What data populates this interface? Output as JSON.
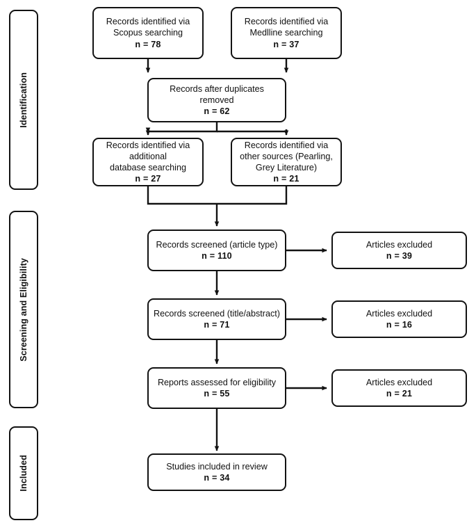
{
  "diagram": {
    "type": "prisma-flow-diagram",
    "colors": {
      "stroke": "#121212",
      "fill": "#ffffff",
      "text": "#101010"
    },
    "stages": [
      {
        "id": "identification",
        "label": "Identification"
      },
      {
        "id": "screening",
        "label": "Screening and Eligibility"
      },
      {
        "id": "included",
        "label": "Included"
      }
    ],
    "nodes": {
      "scopus": {
        "lines": [
          "Records identified via",
          "Scopus searching"
        ],
        "count": "n = 78"
      },
      "medline": {
        "lines": [
          "Records identified via",
          "Medlline searching"
        ],
        "count": "n = 37"
      },
      "duplicates": {
        "lines": [
          "Records after duplicates",
          "removed"
        ],
        "count": "n = 62"
      },
      "additional_db": {
        "lines": [
          "Records identified via",
          "additional",
          "database searching"
        ],
        "count": "n = 27"
      },
      "other_sources": {
        "lines": [
          "Records identified via",
          "other sources (Pearling,",
          "Grey Literature)"
        ],
        "count": "n = 21"
      },
      "screened_article_type": {
        "lines": [
          "Records screened (article type)"
        ],
        "count": "n = 110"
      },
      "screened_title_abstract": {
        "lines": [
          "Records screened (title/abstract)"
        ],
        "count": "n = 71"
      },
      "assessed_eligibility": {
        "lines": [
          "Reports assessed for eligibility"
        ],
        "count": "n = 55"
      },
      "included_review": {
        "lines": [
          "Studies included in review"
        ],
        "count": "n = 34"
      },
      "excluded_1": {
        "lines": [
          "Articles excluded"
        ],
        "count": "n = 39"
      },
      "excluded_2": {
        "lines": [
          "Articles excluded"
        ],
        "count": "n = 16"
      },
      "excluded_3": {
        "lines": [
          "Articles excluded"
        ],
        "count": "n = 21"
      }
    }
  }
}
